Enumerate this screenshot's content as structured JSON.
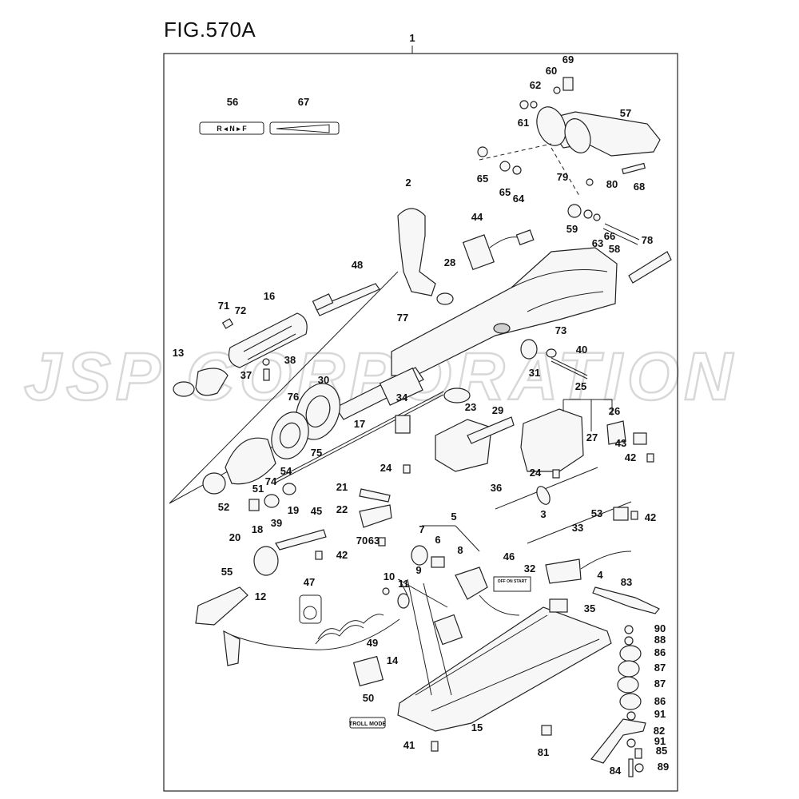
{
  "figure_title": "FIG.570A",
  "watermark": "JSP CORPORATION",
  "assembly_callout": "1",
  "shift_label_text": "R ◂ N ▸ F",
  "trolling_label_text": "TROLL MODE",
  "switch_label_text": "OFF ON START",
  "callouts": [
    "2",
    "3",
    "4",
    "5",
    "6",
    "7",
    "8",
    "9",
    "10",
    "11",
    "12",
    "13",
    "14",
    "15",
    "16",
    "17",
    "18",
    "19",
    "20",
    "21",
    "22",
    "23",
    "24",
    "24",
    "25",
    "26",
    "27",
    "28",
    "29",
    "30",
    "31",
    "32",
    "33",
    "34",
    "35",
    "36",
    "37",
    "38",
    "39",
    "40",
    "41",
    "42",
    "42",
    "42",
    "43",
    "44",
    "45",
    "46",
    "47",
    "48",
    "49",
    "50",
    "51",
    "52",
    "53",
    "54",
    "55",
    "56",
    "57",
    "58",
    "59",
    "60",
    "61",
    "62",
    "63",
    "63",
    "64",
    "65",
    "65",
    "66",
    "67",
    "68",
    "69",
    "70",
    "71",
    "72",
    "73",
    "74",
    "75",
    "76",
    "77",
    "78",
    "79",
    "80",
    "81",
    "82",
    "83",
    "84",
    "85",
    "86",
    "86",
    "87",
    "87",
    "88",
    "89",
    "90",
    "91",
    "91"
  ]
}
